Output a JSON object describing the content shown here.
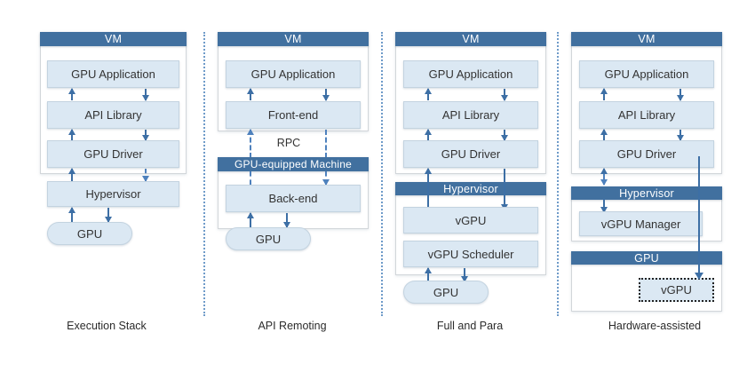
{
  "figure": {
    "kind": "gpu-virtualization-taxonomy-diagram",
    "panels": [
      {
        "caption": "Execution Stack",
        "containers": [
          {
            "title": "VM"
          }
        ],
        "boxes": [
          "GPU Application",
          "API Library",
          "GPU Driver",
          "Hypervisor",
          "GPU"
        ]
      },
      {
        "caption": "API Remoting",
        "containers": [
          {
            "title": "VM"
          },
          {
            "title": "GPU-equipped Machine"
          }
        ],
        "boxes": [
          "GPU Application",
          "Front-end",
          "Back-end",
          "GPU"
        ],
        "link_label": "RPC"
      },
      {
        "caption": "Full and Para",
        "containers": [
          {
            "title": "VM"
          },
          {
            "title": "Hypervisor"
          }
        ],
        "boxes": [
          "GPU Application",
          "API Library",
          "GPU Driver",
          "vGPU",
          "vGPU Scheduler",
          "GPU"
        ]
      },
      {
        "caption": "Hardware-assisted",
        "containers": [
          {
            "title": "VM"
          },
          {
            "title": "Hypervisor"
          },
          {
            "title": "GPU"
          }
        ],
        "boxes": [
          "GPU Application",
          "API Library",
          "GPU Driver",
          "vGPU Manager",
          "vGPU"
        ]
      }
    ]
  },
  "p1": {
    "vm": "VM",
    "app": "GPU Application",
    "api": "API Library",
    "drv": "GPU Driver",
    "hyp": "Hypervisor",
    "gpu": "GPU",
    "caption": "Execution Stack"
  },
  "p2": {
    "vm": "VM",
    "app": "GPU Application",
    "front": "Front-end",
    "rpc": "RPC",
    "machine": "GPU-equipped Machine",
    "back": "Back-end",
    "gpu": "GPU",
    "caption": "API Remoting"
  },
  "p3": {
    "vm": "VM",
    "app": "GPU Application",
    "api": "API Library",
    "drv": "GPU Driver",
    "hyp": "Hypervisor",
    "vgpu": "vGPU",
    "sched": "vGPU Scheduler",
    "gpu": "GPU",
    "caption": "Full and Para"
  },
  "p4": {
    "vm": "VM",
    "app": "GPU Application",
    "api": "API Library",
    "drv": "GPU Driver",
    "hyp": "Hypervisor",
    "mgr": "vGPU Manager",
    "gpu": "GPU",
    "vgpu": "vGPU",
    "caption": "Hardware-assisted"
  },
  "colors": {
    "header_blue": "#41709f",
    "box_fill": "#dbe8f3",
    "box_border": "#c3d3e0",
    "arrow_blue": "#3d6fa5",
    "divider_blue": "#6f9bc9",
    "page_bg": "#ffffff"
  }
}
